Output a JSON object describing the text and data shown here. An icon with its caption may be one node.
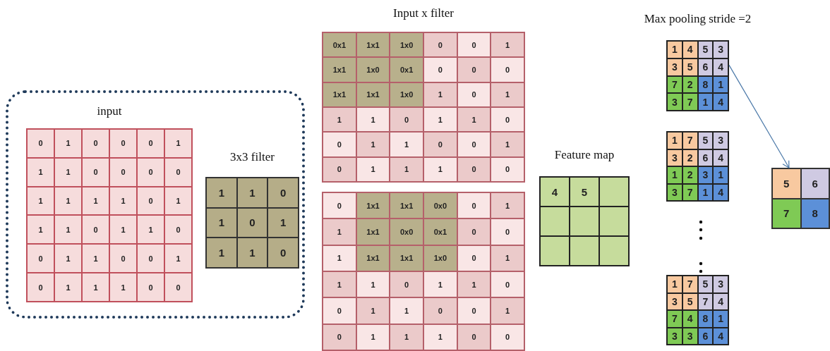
{
  "diagram": {
    "nodes": [
      {
        "text": [],
        "shape": "box"
      },
      {
        "text": [
          "input",
          "0",
          "1",
          "0",
          "0",
          "0",
          "1",
          "1",
          "1",
          "0",
          "0",
          "0",
          "0",
          "1",
          "1",
          "1",
          "1",
          "0",
          "1",
          "1",
          "1",
          "0",
          "1",
          "1",
          "0",
          "0",
          "1",
          "1",
          "0",
          "0",
          "1",
          "0",
          "1",
          "1",
          "1",
          "0",
          "0"
        ],
        "in": 0
      },
      {
        "text": [
          "3x3 filter",
          "1",
          "1",
          "0",
          "1",
          "0",
          "1",
          "1",
          "1",
          "0"
        ],
        "in": 0
      },
      {
        "text": [
          "Input x filter",
          "0x1",
          "1x1",
          "1x0",
          "0",
          "0",
          "1",
          "1x1",
          "1x0",
          "0x1",
          "0",
          "0",
          "0",
          "1x1",
          "1x1",
          "1x0",
          "1",
          "0",
          "1",
          "1",
          "1",
          "0",
          "1",
          "1",
          "0",
          "0",
          "1",
          "1",
          "0",
          "0",
          "1",
          "0",
          "1",
          "1",
          "1",
          "0",
          "0"
        ]
      },
      {
        "text": [
          "0",
          "1x1",
          "1x1",
          "0x0",
          "0",
          "1",
          "1",
          "1x1",
          "0x0",
          "0x1",
          "0",
          "0",
          "1",
          "1x1",
          "1x1",
          "1x0",
          "0",
          "1",
          "1",
          "1",
          "0",
          "1",
          "1",
          "0",
          "0",
          "1",
          "1",
          "0",
          "0",
          "1",
          "0",
          "1",
          "1",
          "1",
          "0",
          "0"
        ]
      },
      {
        "text": [
          "Feature map",
          "4",
          "5"
        ]
      },
      {
        "text": [
          "Max pooling stride =2",
          "1",
          "4",
          "5",
          "3",
          "3",
          "5",
          "6",
          "4",
          "7",
          "2",
          "8",
          "1",
          "3",
          "7",
          "1",
          "4"
        ]
      },
      {
        "text": [
          "1",
          "7",
          "5",
          "3",
          "3",
          "2",
          "6",
          "4",
          "1",
          "2",
          "3",
          "1",
          "3",
          "7",
          "1",
          "4"
        ]
      },
      {
        "text": [
          "1",
          "7",
          "5",
          "3",
          "3",
          "5",
          "7",
          "4",
          "7",
          "4",
          "8",
          "1",
          "3",
          "3",
          "6",
          "4"
        ]
      },
      {
        "text": [
          "5",
          "6",
          "7",
          "8"
        ]
      }
    ],
    "edges": [
      {
        "from": 6,
        "to": 9,
        "arrow": "to"
      }
    ]
  }
}
